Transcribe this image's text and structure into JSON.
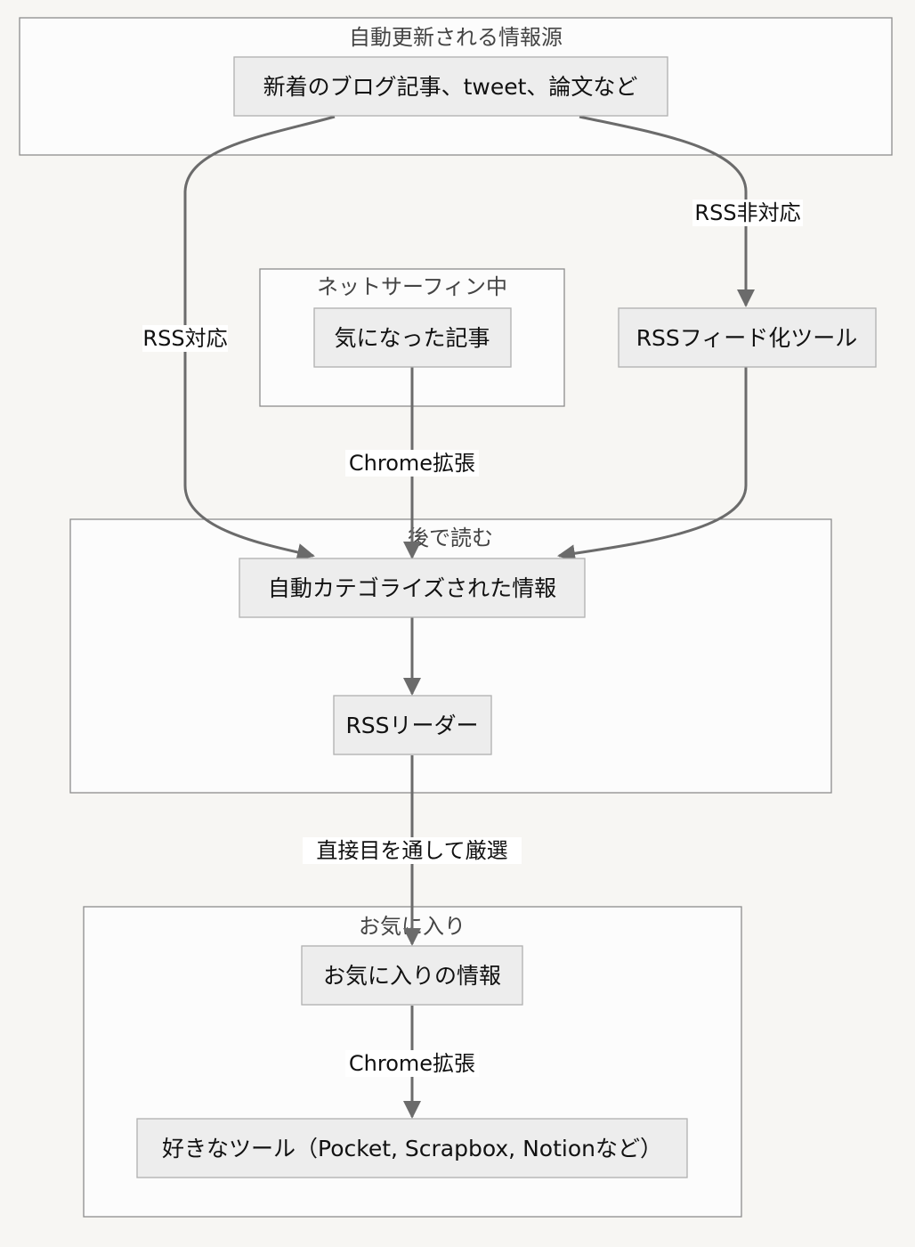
{
  "clusters": {
    "sources": {
      "label": "自動更新される情報源"
    },
    "surfing": {
      "label": "ネットサーフィン中"
    },
    "later": {
      "label": "後で読む"
    },
    "favorites": {
      "label": "お気に入り"
    }
  },
  "nodes": {
    "new_articles": {
      "label": "新着のブログ記事、tweet、論文など"
    },
    "interesting_article": {
      "label": "気になった記事"
    },
    "rss_feed_tool": {
      "label": "RSSフィード化ツール"
    },
    "categorized_info": {
      "label": "自動カテゴライズされた情報"
    },
    "rss_reader": {
      "label": "RSSリーダー"
    },
    "favorite_info": {
      "label": "お気に入りの情報"
    },
    "favorite_tool": {
      "label": "好きなツール（Pocket, Scrapbox, Notionなど）"
    }
  },
  "edges": {
    "rss_supported": {
      "label": "RSS対応"
    },
    "rss_unsupported": {
      "label": "RSS非対応"
    },
    "chrome_ext_1": {
      "label": "Chrome拡張"
    },
    "direct_selection": {
      "label": "直接目を通して厳選"
    },
    "chrome_ext_2": {
      "label": "Chrome拡張"
    }
  },
  "colors": {
    "background": "#f7f6f3",
    "cluster_fill": "#fcfcfc",
    "node_fill": "#ededed",
    "edge": "#6b6b6b"
  }
}
